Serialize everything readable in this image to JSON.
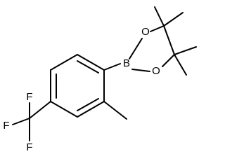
{
  "atoms": {
    "boron": "B",
    "oxygen_top": "O",
    "oxygen_bottom": "O",
    "fluorine_top": "F",
    "fluorine_left": "F",
    "fluorine_bottom": "F"
  },
  "colors": {
    "background": "#ffffff",
    "bond": "#000000",
    "label": "#000000"
  }
}
